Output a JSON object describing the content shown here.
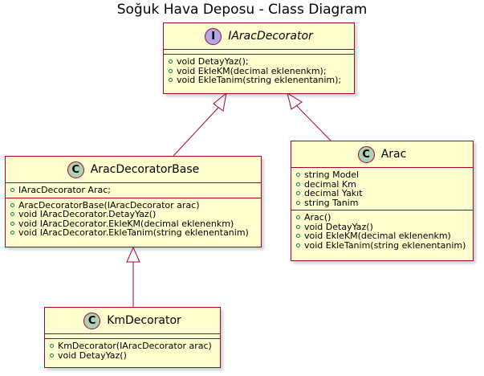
{
  "diagram": {
    "title": "Soğuk Hava Deposu - Class Diagram",
    "classes": {
      "iarac": {
        "stereotype_letter": "I",
        "name": "IAracDecorator",
        "circle_color": "#B4A7E5",
        "methods": [
          "void DetayYaz();",
          "void EkleKM(decimal eklenenkm);",
          "void EkleTanim(string eklenentanim);"
        ]
      },
      "base": {
        "stereotype_letter": "C",
        "name": "AracDecoratorBase",
        "circle_color": "#ADD1B2",
        "fields": [
          "IAracDecorator Arac;"
        ],
        "methods": [
          "AracDecoratorBase(IAracDecorator arac)",
          "void IAracDecorator.DetayYaz()",
          "void IAracDecorator.EkleKM(decimal eklenenkm)",
          "void IAracDecorator.EkleTanim(string eklenentanim)"
        ]
      },
      "arac": {
        "stereotype_letter": "C",
        "name": "Arac",
        "circle_color": "#ADD1B2",
        "fields": [
          "string Model",
          "decimal Km",
          "decimal Yakıt",
          "string Tanim"
        ],
        "methods": [
          "Arac()",
          "void DetayYaz()",
          "void EkleKM(decimal eklenenkm)",
          "void EkleTanim(string eklenentanim)"
        ]
      },
      "km": {
        "stereotype_letter": "C",
        "name": "KmDecorator",
        "circle_color": "#ADD1B2",
        "methods": [
          "KmDecorator(IAracDecorator arac)",
          "void DetayYaz()"
        ]
      }
    },
    "relations": [
      {
        "from": "AracDecoratorBase",
        "to": "IAracDecorator",
        "type": "inheritance"
      },
      {
        "from": "Arac",
        "to": "IAracDecorator",
        "type": "inheritance"
      },
      {
        "from": "KmDecorator",
        "to": "AracDecoratorBase",
        "type": "inheritance"
      }
    ]
  }
}
